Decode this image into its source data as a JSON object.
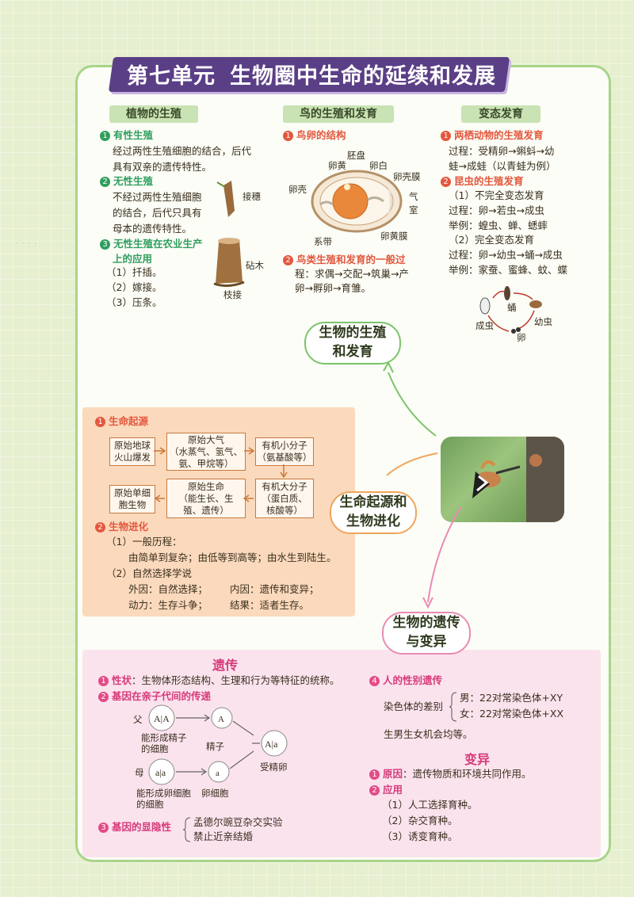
{
  "unit_title": "第七单元",
  "unit_subtitle": "生物圈中生命的延续和发展",
  "plant": {
    "heading": "植物的生殖",
    "h1": "有性生殖",
    "t1a": "经过两性生殖细胞的结合，后代",
    "t1b": "具有双亲的遗传特性。",
    "h2": "无性生殖",
    "t2a": "不经过两性生殖细胞",
    "t2b": "的结合，后代只具有",
    "t2c": "母本的遗传特性。",
    "h3a": "无性生殖在农业生产",
    "h3b": "上的应用",
    "i1": "（1）扦插。",
    "i2": "（2）嫁接。",
    "i3": "（3）压条。",
    "scion": "接穗",
    "stock": "砧木",
    "graft": "枝接"
  },
  "bird": {
    "heading": "鸟的生殖和发育",
    "h1": "鸟卵的结构",
    "labels": {
      "disc": "胚盘",
      "yolk": "卵黄",
      "white": "卵白",
      "shell_membrane": "卵壳膜",
      "shell": "卵壳",
      "air": "气",
      "air2": "室",
      "chalaza": "系带",
      "yolk_membrane": "卵黄膜"
    },
    "h2a": "鸟类生殖和发育的一般过",
    "h2b": "程：求偶→交配→筑巢→产",
    "h2c": "卵→孵卵→育雏。"
  },
  "meta": {
    "heading": "变态发育",
    "h1": "两栖动物的生殖发育",
    "a1": "过程：受精卵→蝌蚪→幼",
    "a2": "蛙→成蛙（以青蛙为例）",
    "h2": "昆虫的生殖发育",
    "b1": "（1）不完全变态发育",
    "b2": "过程：卵→若虫→成虫",
    "b3": "举例：蝗虫、蝉、蟋蟀",
    "b4": "（2）完全变态发育",
    "b5": "过程：卵→幼虫→蛹→成虫",
    "b6": "举例：家蚕、蜜蜂、蚊、蝶",
    "pupa": "蛹",
    "adult": "成虫",
    "larva": "幼虫",
    "egg": "卵"
  },
  "cloud_repro": {
    "l1": "生物的生殖",
    "l2": "和发育"
  },
  "cloud_origin": {
    "l1": "生命起源和",
    "l2": "生物进化"
  },
  "cloud_genetic": {
    "l1": "生物的遗传",
    "l2": "与变异"
  },
  "origin": {
    "h1": "生命起源",
    "box1": [
      "原始地球",
      "火山爆发"
    ],
    "box2": [
      "原始大气",
      "（水蒸气、氢气、",
      "氨、甲烷等）"
    ],
    "box3": [
      "有机小分子",
      "（氨基酸等）"
    ],
    "box4": [
      "原始单细",
      "胞生物"
    ],
    "box5": [
      "原始生命",
      "（能生长、生",
      "殖、遗传）"
    ],
    "box6": [
      "有机大分子",
      "（蛋白质、",
      "核酸等）"
    ],
    "h2": "生物进化",
    "e1": "（1）一般历程：",
    "e2": "由简单到复杂；由低等到高等；由水生到陆生。",
    "e3": "（2）自然选择学说",
    "e4a": "外因：自然选择；",
    "e4b": "内因：遗传和变异；",
    "e5a": "动力：生存斗争；",
    "e5b": "结果：适者生存。"
  },
  "heredity": {
    "heading": "遗传",
    "h1": "性状",
    "t1": "：生物体形态结构、生理和行为等特征的统称。",
    "h2": "基因在亲子代间的传递",
    "father": "父",
    "mother": "母",
    "sperm_cell": [
      "能形成精子",
      "的细胞"
    ],
    "egg_cell": [
      "能形成卵细胞",
      "的细胞"
    ],
    "sperm": "精子",
    "ovum": "卵细胞",
    "zygote": "受精卵",
    "h3": "基因的显隐性",
    "g1": "孟德尔豌豆杂交实验",
    "g2": "禁止近亲结婚",
    "h4": "人的性别遗传",
    "c_label": "染色体的差别",
    "male": "男：22对常染色体+XY",
    "female": "女：22对常染色体+XX",
    "ratio": "生男生女机会均等。"
  },
  "variation": {
    "heading": "变异",
    "h1": "原因",
    "t1": "：遗传物质和环境共同作用。",
    "h2": "应用",
    "v1": "（1）人工选择育种。",
    "v2": "（2）杂交育种。",
    "v3": "（3）诱变育种。"
  },
  "colors": {
    "purple": "#5b3f86",
    "green": "#2f9e5d",
    "orange": "#e3573e",
    "pink": "#e34b86"
  }
}
